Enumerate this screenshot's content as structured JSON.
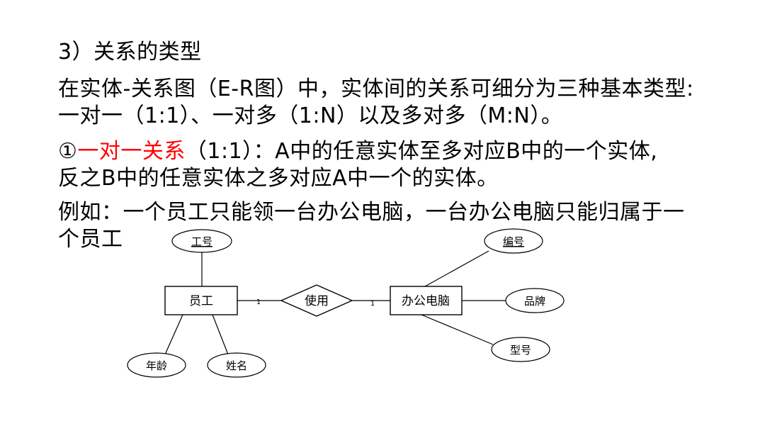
{
  "slide": {
    "heading": "3）关系的类型",
    "para1_line1": "在实体-关系图（E-R图）中，实体间的关系可细分为三种基本类型:",
    "para1_line2": "一对一（1:1）、一对多（1:N）以及多对多（M:N）。",
    "para2_marker": "①",
    "para2_highlight": "一对一关系",
    "para2_line1_rest": "（1:1）：A中的任意实体至多对应B中的一个实体,",
    "para2_line2": "反之B中的任意实体之多对应A中一个的实体。",
    "para3_line1": "例如：一个员工只能领一台办公电脑，一台办公电脑只能归属于一",
    "para3_line2": "个员工",
    "highlight_color": "#ff0000"
  },
  "diagram": {
    "entity_left": "员工",
    "entity_right": "办公电脑",
    "relationship": "使用",
    "card_left": "1",
    "card_right": "1",
    "attr_emp_id": "工号",
    "attr_emp_age": "年龄",
    "attr_emp_name": "姓名",
    "attr_pc_id": "编号",
    "attr_pc_brand": "品牌",
    "attr_pc_model": "型号"
  }
}
